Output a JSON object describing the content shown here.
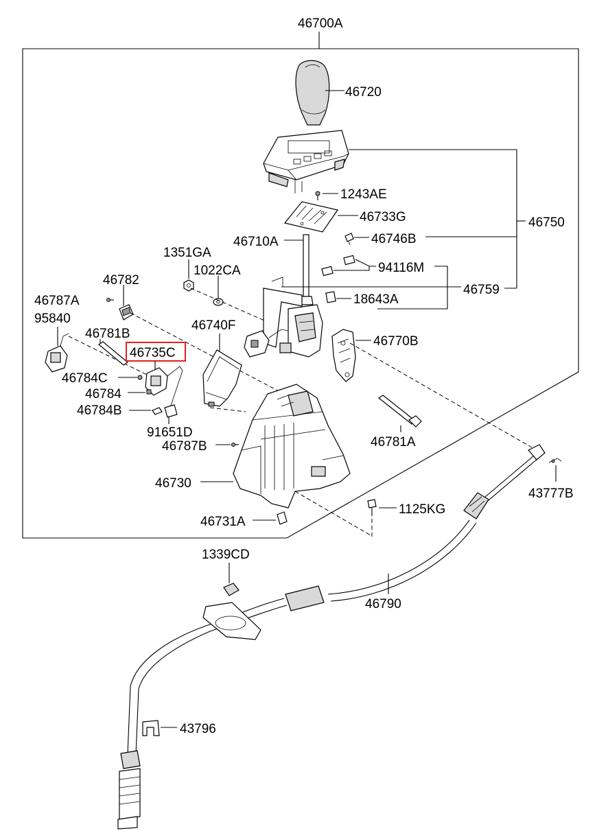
{
  "labels": {
    "assembly": "46700A",
    "knob": "46720",
    "indicator_assy": "46750",
    "bolt_1243": "1243AE",
    "plate": "46733G",
    "clip_46746": "46746B",
    "lever": "46710A",
    "nut_1351": "1351GA",
    "washer_1022": "1022CA",
    "bushing_94116": "94116M",
    "lever_assy": "46759",
    "bushing_18643": "18643A",
    "sensor": "46782",
    "screw_46787a": "46787A",
    "sensor_95840": "95840",
    "rod_46781b": "46781B",
    "cover": "46740F",
    "solenoid": "46735C",
    "detent": "46770B",
    "clip_46784c": "46784C",
    "bracket_46784": "46784",
    "pin_46784b": "46784B",
    "harness": "91651D",
    "pin_46781a": "46781A",
    "screw_46787b": "46787B",
    "housing": "46730",
    "bolt_1125": "1125KG",
    "clip_43777": "43777B",
    "bushing_46731": "46731A",
    "grommet_clip": "1339CD",
    "cable": "46790",
    "retainer": "43796"
  },
  "highlight": {
    "part": "46735C",
    "color": "#e02020"
  }
}
